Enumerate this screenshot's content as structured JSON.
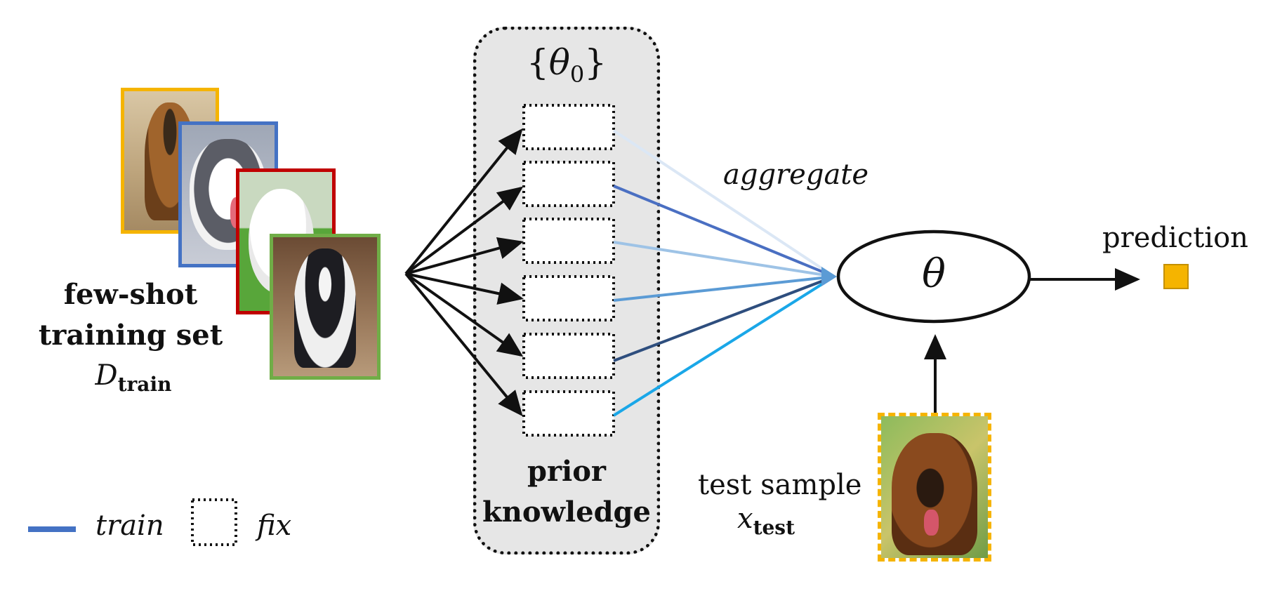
{
  "colors": {
    "train_yellow": "#f5b400",
    "train_blue": "#4472c4",
    "train_red": "#c00000",
    "train_green": "#70ad47",
    "panel_fill": "#e6e6e6",
    "prediction_square": "#f5b400",
    "legend_train_line": "#4472c4",
    "aggregate_lines": [
      "#dbe7f5",
      "#4a6fc2",
      "#9ec3e6",
      "#5b9bd5",
      "#2e4e7e",
      "#1aa7e8"
    ]
  },
  "training_set": {
    "line1": "few-shot",
    "line2": "training set",
    "symbol": "D",
    "subscript": "train",
    "images": [
      {
        "icon": "german-shepherd-photo",
        "frame": "yellow"
      },
      {
        "icon": "husky-puppy-photo",
        "frame": "blue"
      },
      {
        "icon": "white-samoyed-photo",
        "frame": "red"
      },
      {
        "icon": "alaskan-malamute-photo",
        "frame": "green"
      }
    ]
  },
  "prior_knowledge": {
    "set_label": "{θ0}",
    "set_symbol": "θ",
    "set_subscript": "0",
    "line1": "prior",
    "line2": "knowledge",
    "slot_count": 6
  },
  "aggregate_label": "aggregate",
  "model": {
    "symbol": "θ"
  },
  "prediction": {
    "label": "prediction"
  },
  "test": {
    "line1": "test sample",
    "symbol": "x",
    "subscript": "test",
    "image_icon": "german-shepherd-portrait-photo"
  },
  "legend": {
    "train_label": "train",
    "fix_label": "fix"
  }
}
